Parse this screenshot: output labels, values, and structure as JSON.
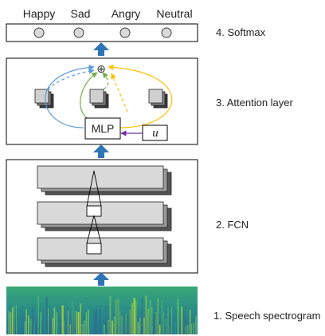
{
  "softmax": {
    "classes": [
      "Happy",
      "Sad",
      "Angry",
      "Neutral"
    ],
    "label": "4. Softmax"
  },
  "attention": {
    "label": "3. Attention layer",
    "mlp_label": "MLP",
    "context_label": "u",
    "sum_symbol": "⊕",
    "colors": {
      "blue": "#5b9bd5",
      "green": "#70ad47",
      "yellow": "#ffc000",
      "purple": "#7030a0"
    }
  },
  "fcn": {
    "label": "2. FCN"
  },
  "spectrogram": {
    "label": "1. Speech spectrogram"
  },
  "colors": {
    "flow_arrow": "#2e75b6",
    "box_border": "#000000",
    "layer_fill": "#d9d9d9"
  }
}
